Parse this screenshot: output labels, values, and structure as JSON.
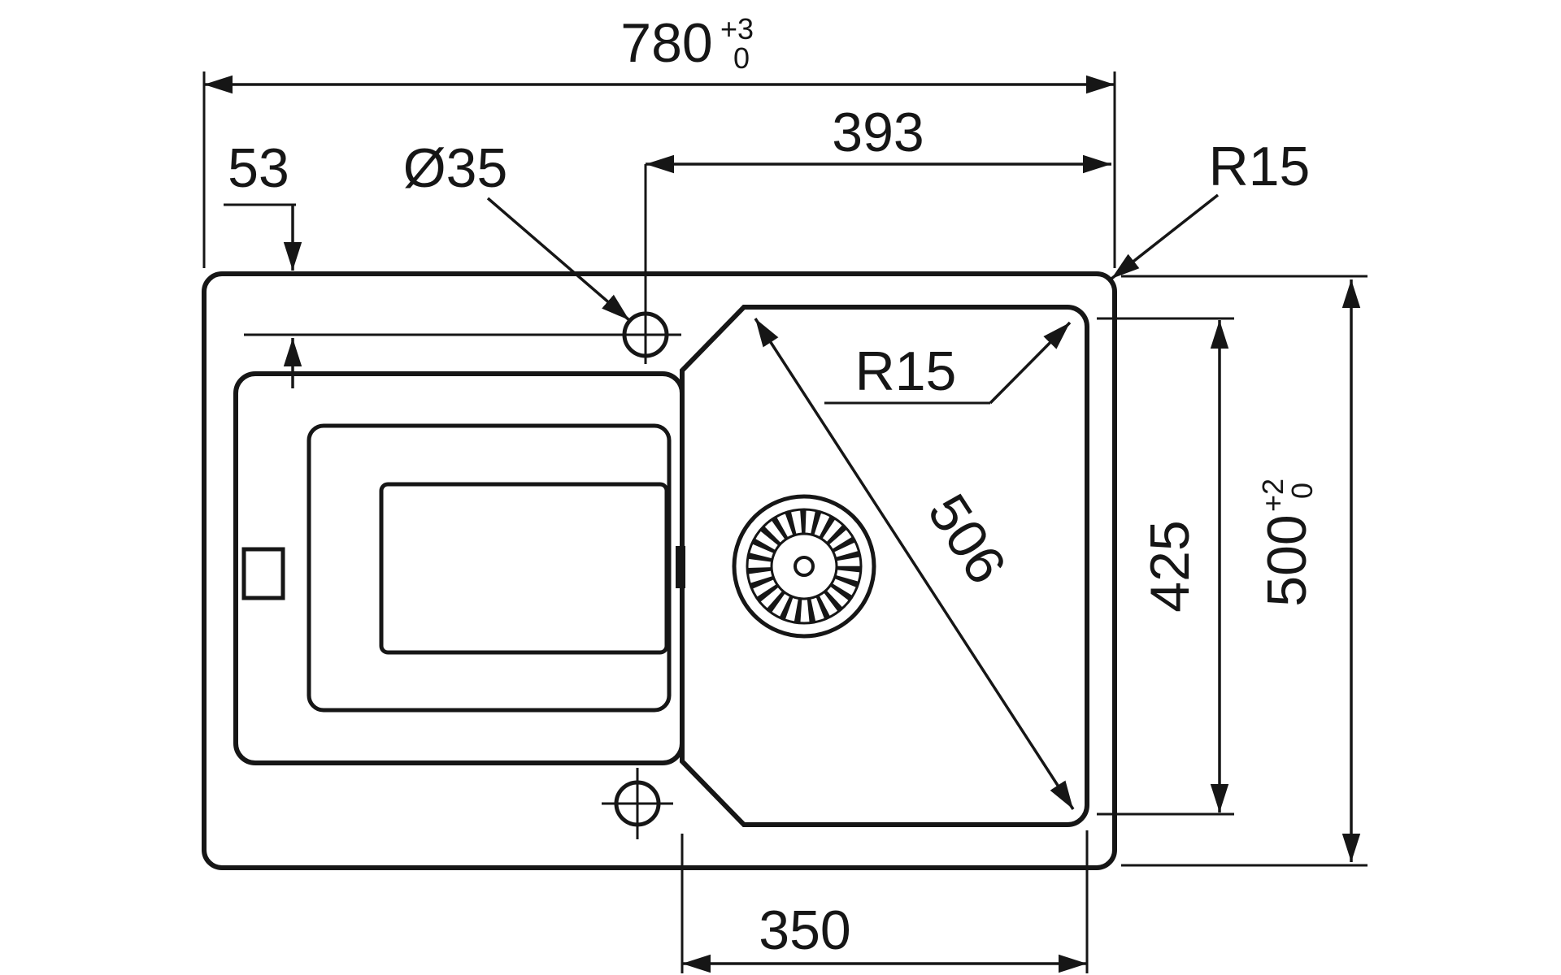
{
  "drawing": {
    "background_color": "#ffffff",
    "line_color": "#161616",
    "dims": {
      "overall_width": {
        "value": "780",
        "tol_upper": "+3",
        "tol_lower": "0"
      },
      "top_offset": "53",
      "hole_diameter": "Ø35",
      "hole_to_edge": "393",
      "outer_corner_radius": "R15",
      "bowl_corner_radius": "R15",
      "bowl_diagonal": "506",
      "bowl_height": "425",
      "overall_height": {
        "value": "500",
        "tol_upper": "+2",
        "tol_lower": "0"
      },
      "bowl_width": "350"
    }
  }
}
